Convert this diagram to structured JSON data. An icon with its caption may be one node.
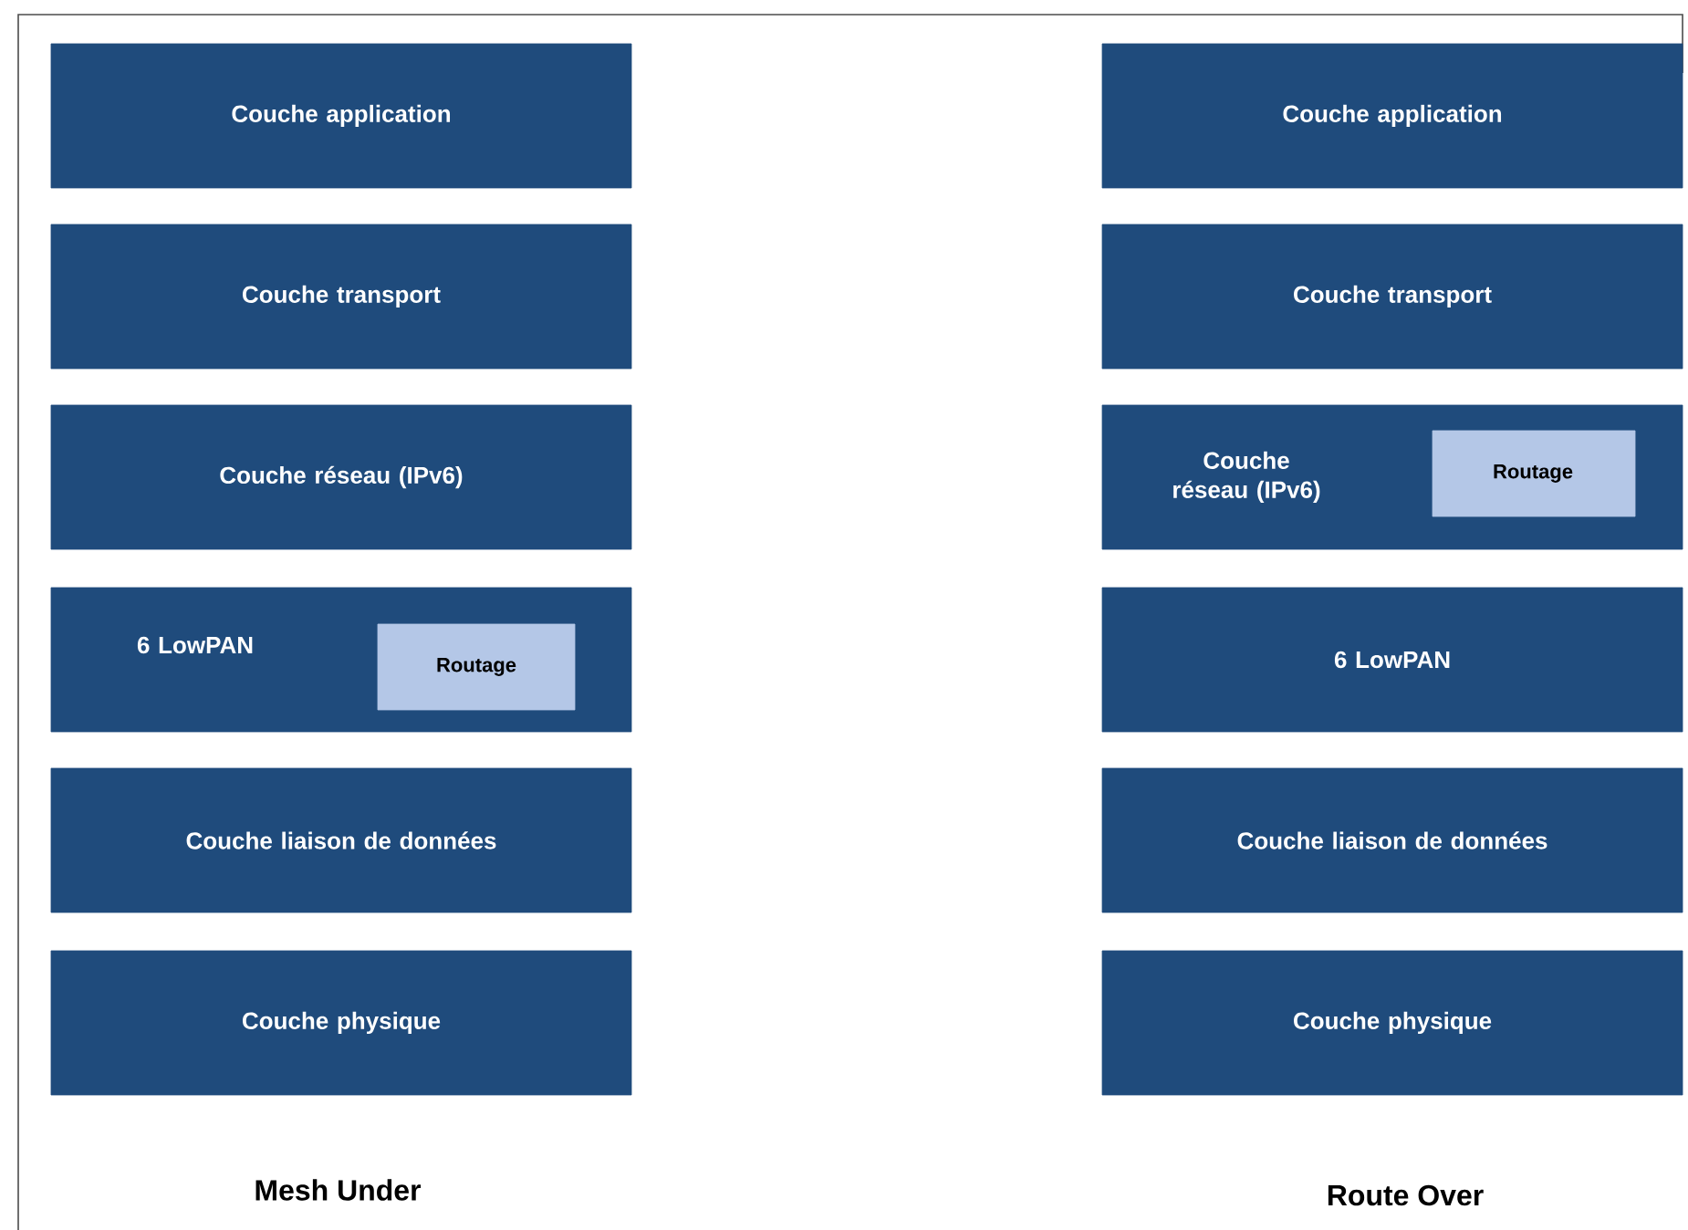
{
  "diagram": {
    "nodes": [
      {
        "text": [
          "Couche application"
        ]
      },
      {
        "text": [
          "Couche transport"
        ]
      },
      {
        "text": [
          "Couche réseau (IPv6)"
        ]
      },
      {
        "text": [
          "6 LowPAN"
        ]
      },
      {
        "text": [
          "Routage"
        ],
        "in": 3
      },
      {
        "text": [
          "Couche liaison de données"
        ]
      },
      {
        "text": [
          "Couche physique"
        ]
      },
      {
        "text": [
          "Couche application"
        ]
      },
      {
        "text": [
          "Couche transport"
        ]
      },
      {
        "text": [
          "Couche réseau (IPv6)"
        ]
      },
      {
        "text": [
          "Routage"
        ],
        "in": 9
      },
      {
        "text": [
          "6 LowPAN"
        ]
      },
      {
        "text": [
          "Couche liaison de données"
        ]
      },
      {
        "text": [
          "Couche physique"
        ]
      }
    ],
    "labels": [
      "Mesh Under",
      "Route Over"
    ]
  }
}
